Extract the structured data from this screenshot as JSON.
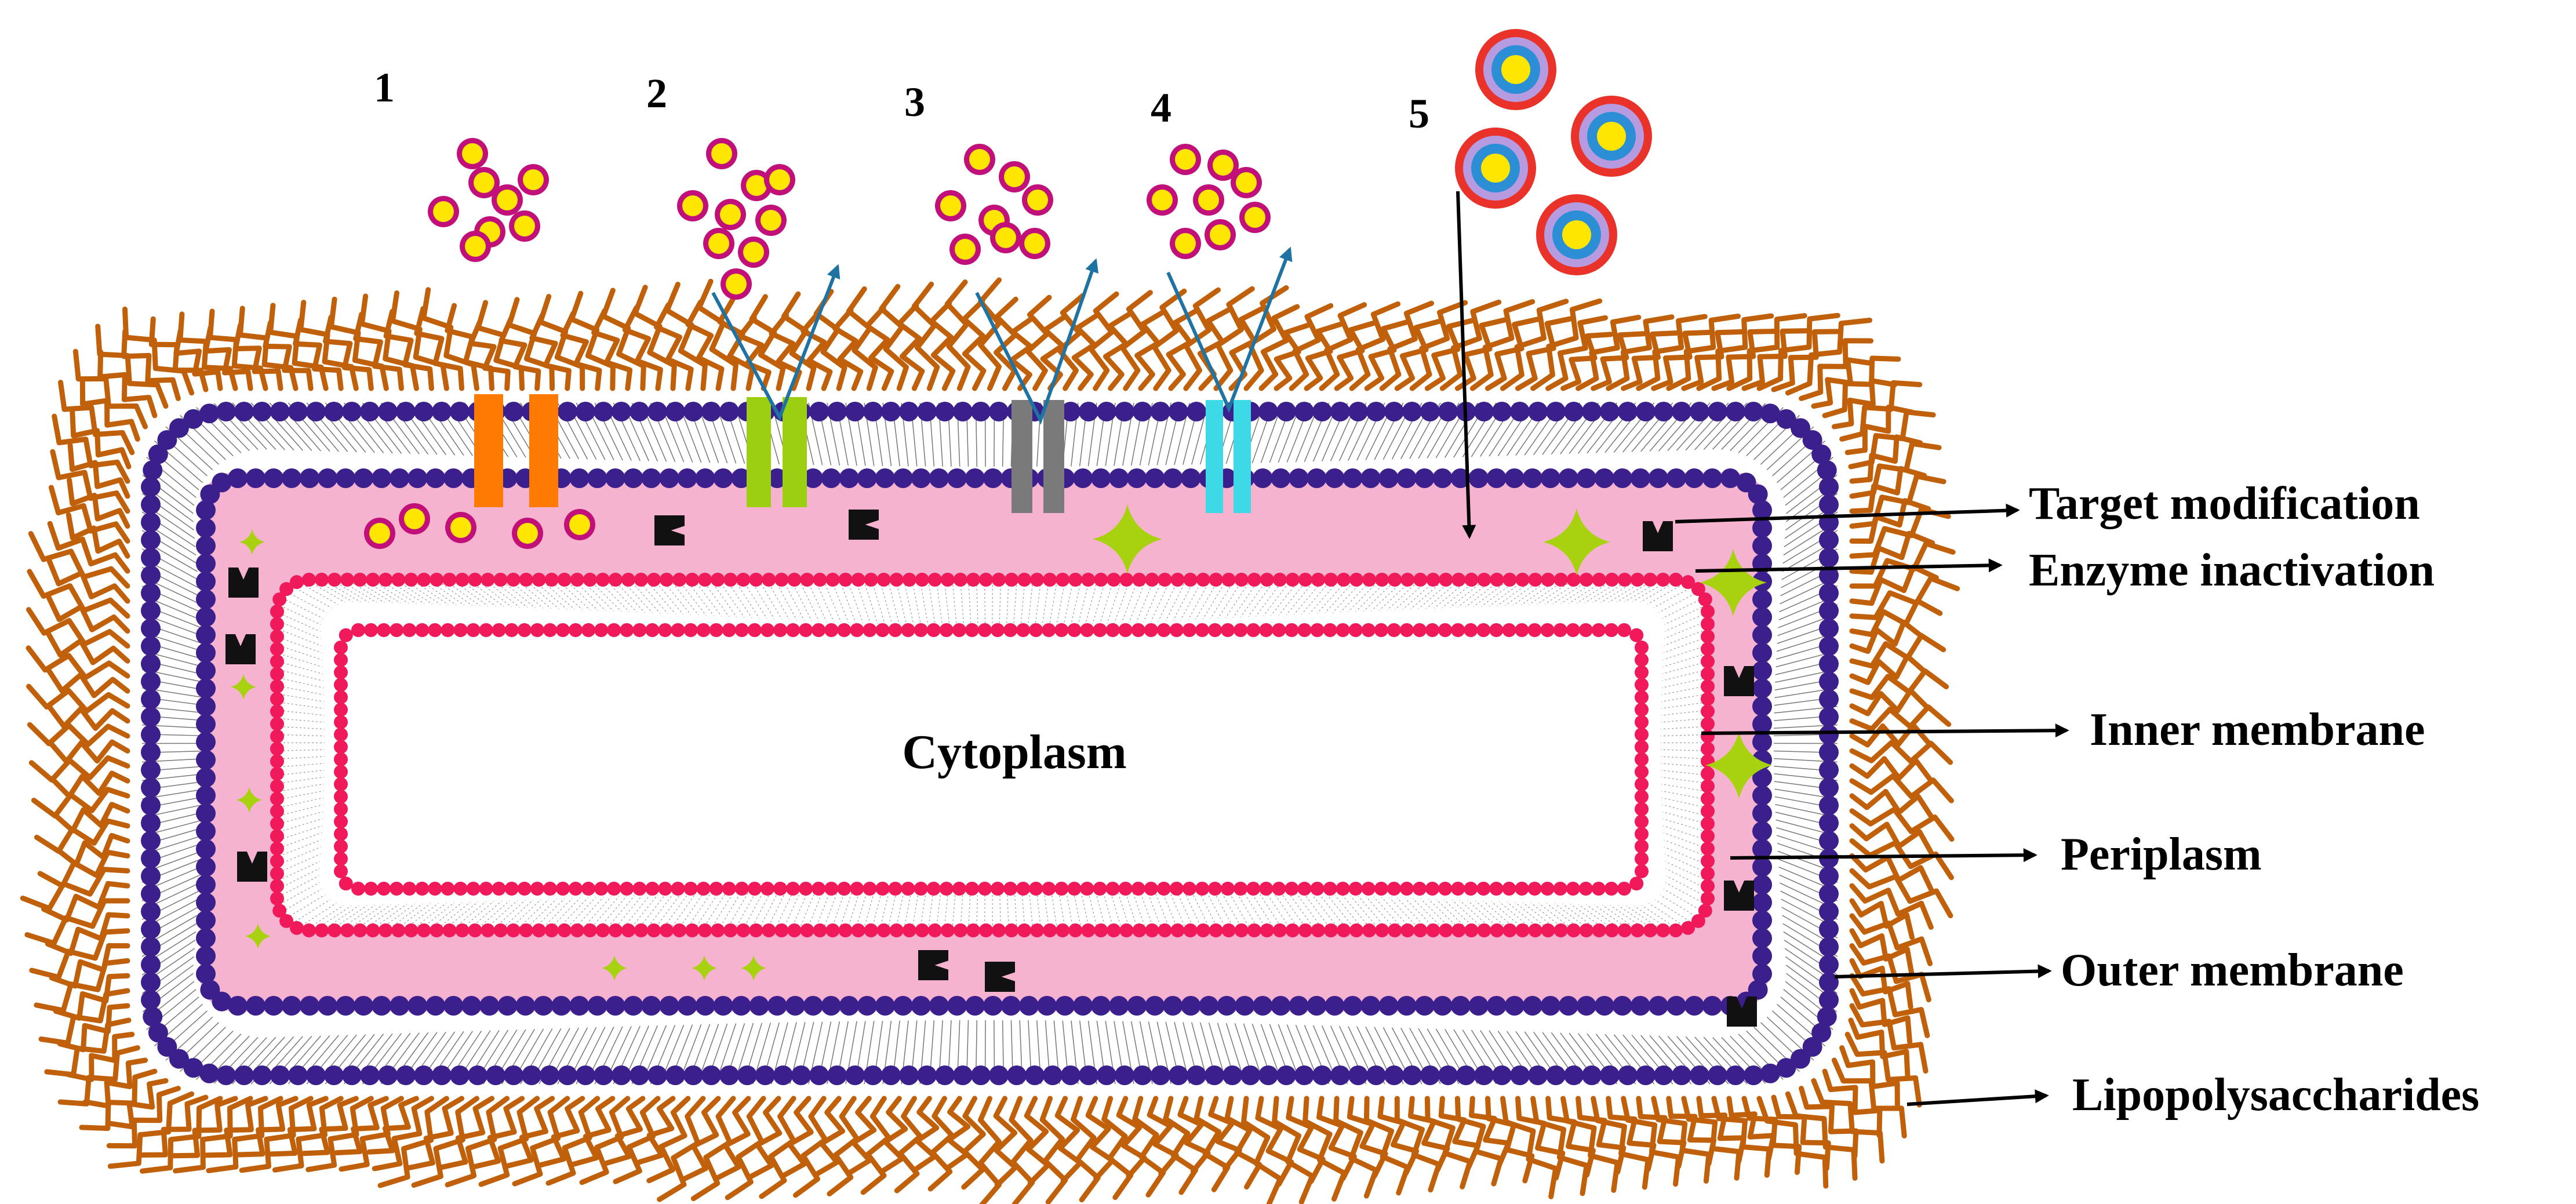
{
  "numbers": [
    "1",
    "2",
    "3",
    "4",
    "5"
  ],
  "center_label": "Cytoplasm",
  "labels": {
    "target_modification": "Target modification",
    "enzyme_inactivation": "Enzyme inactivation",
    "inner_membrane": "Inner membrane",
    "periplasm": "Periplasm",
    "outer_membrane": "Outer membrane",
    "lipopolysaccharides": "Lipopolysaccharides"
  },
  "colors": {
    "lps": "#c0600a",
    "outer_membrane": "#3b1f8c",
    "periplasm": "#f6b3cf",
    "inner_membrane": "#f0195a",
    "porin_1": "#ff7a00",
    "porin_2": "#9ccf12",
    "porin_3": "#7a7a7a",
    "porin_4": "#3dd9e6",
    "antibiotic_ring": "#c2107a",
    "antibiotic_core": "#ffe600",
    "efflux_arrow": "#1f73a3",
    "enzyme_star": "#a8d20f"
  }
}
